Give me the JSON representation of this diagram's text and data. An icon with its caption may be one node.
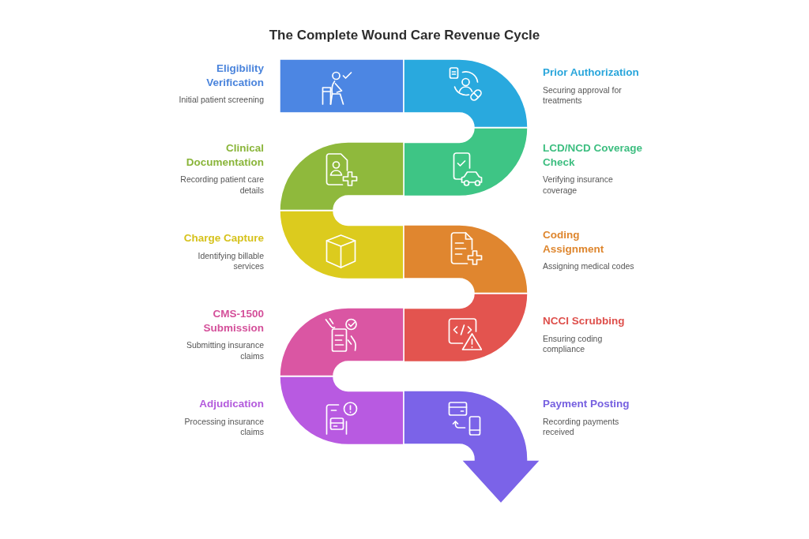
{
  "diagram": {
    "title": "The Complete Wound Care Revenue Cycle",
    "nodes": [
      {
        "text": [
          "Eligibility Verification",
          "Initial patient screening"
        ]
      },
      {
        "text": [
          "Prior Authorization",
          "Securing approval for treatments"
        ]
      },
      {
        "text": [
          "LCD/NCD Coverage Check",
          "Verifying insurance coverage"
        ]
      },
      {
        "text": [
          "Clinical Documentation",
          "Recording patient care details"
        ]
      },
      {
        "text": [
          "Charge Capture",
          "Identifying billable services"
        ]
      },
      {
        "text": [
          "Coding Assignment",
          "Assigning medical codes"
        ]
      },
      {
        "text": [
          "NCCI Scrubbing",
          "Ensuring coding compliance"
        ]
      },
      {
        "text": [
          "CMS-1500 Submission",
          "Submitting insurance claims"
        ]
      },
      {
        "text": [
          "Adjudication",
          "Processing insurance claims"
        ]
      },
      {
        "text": [
          "Payment Posting",
          "Recording payments received"
        ]
      }
    ]
  }
}
